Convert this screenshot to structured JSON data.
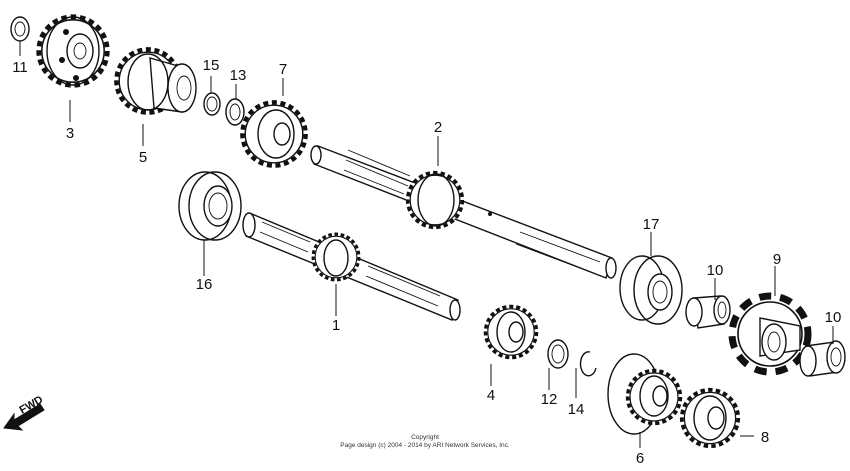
{
  "callouts": {
    "p1": "1",
    "p2": "2",
    "p3": "3",
    "p4": "4",
    "p5": "5",
    "p6": "6",
    "p7": "7",
    "p8": "8",
    "p9": "9",
    "p10a": "10",
    "p10b": "10",
    "p11": "11",
    "p12": "12",
    "p13": "13",
    "p14": "14",
    "p15": "15",
    "p16": "16",
    "p17": "17"
  },
  "direction_label": "FWD",
  "copyright": {
    "line1": "Copyright",
    "line2": "Page design (c) 2004 - 2014 by ARI Network Services, Inc."
  }
}
